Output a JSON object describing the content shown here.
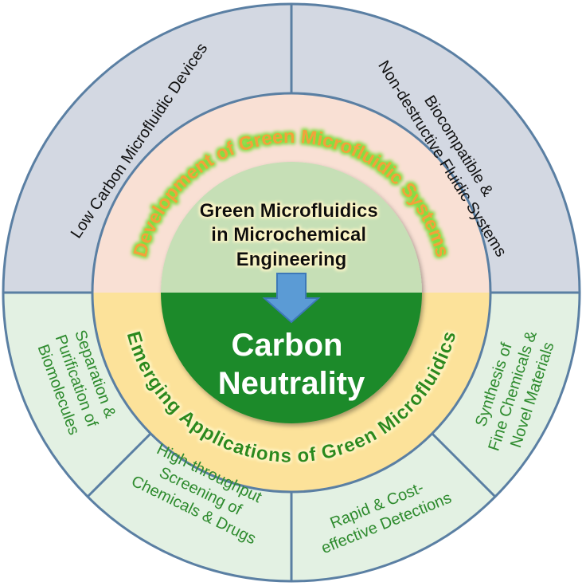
{
  "center": {
    "title_lines": [
      "Green Microfluidics",
      "in Microchemical",
      "Engineering"
    ],
    "main_lines": [
      "Carbon",
      "Neutrality"
    ]
  },
  "middle_ring": {
    "top_label": "Development of Green Microfluidic Systems",
    "bottom_label": "Emerging Applications of Green Microfluidics"
  },
  "outer_ring": {
    "top_left": [
      "Low Carbon Microfluidic Devices"
    ],
    "top_right": [
      "Biocompatible &",
      "Non-destructive Fluidic Systems"
    ],
    "bottom_1": [
      "Separation &",
      "Purification of",
      "Biomolecules"
    ],
    "bottom_2": [
      "High-throughput",
      "Screening of",
      "Chemicals & Drugs"
    ],
    "bottom_3": [
      "Rapid & Cost-",
      "effective Detections"
    ],
    "bottom_4": [
      "Synthesis of",
      "Fine Chemicals &",
      "Novel Materials"
    ]
  },
  "colors": {
    "outer_top_fill": "#d3d8e2",
    "outer_bottom_fill": "#e3f1e3",
    "ring_top_fill": "#f9e0d4",
    "ring_bottom_fill": "#fce29a",
    "center_top_fill": "#c6dfb6",
    "center_bottom_fill": "#1a8a2a",
    "border": "#5a7fa3",
    "accent_green": "#2e8b2e",
    "arrow_fill": "#5b9bd5"
  }
}
